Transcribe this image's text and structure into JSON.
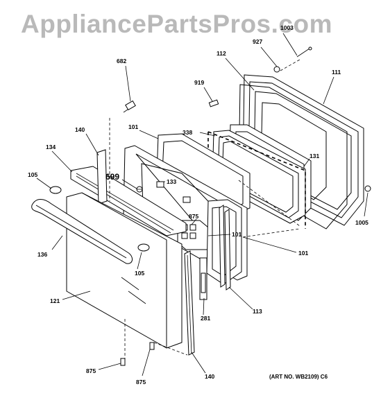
{
  "watermark": "AppliancePartsPros.com",
  "art_number": "(ART NO. WB2109) C6",
  "callouts": [
    {
      "id": "c1003",
      "label": "1003"
    },
    {
      "id": "c927",
      "label": "927"
    },
    {
      "id": "c112",
      "label": "112"
    },
    {
      "id": "c111",
      "label": "111"
    },
    {
      "id": "c682",
      "label": "682"
    },
    {
      "id": "c919",
      "label": "919"
    },
    {
      "id": "c140a",
      "label": "140"
    },
    {
      "id": "c101a",
      "label": "101"
    },
    {
      "id": "c338",
      "label": "338"
    },
    {
      "id": "c134",
      "label": "134"
    },
    {
      "id": "c131",
      "label": "131"
    },
    {
      "id": "c105a",
      "label": "105"
    },
    {
      "id": "c699",
      "label": "699"
    },
    {
      "id": "c133",
      "label": "133"
    },
    {
      "id": "c1005",
      "label": "1005"
    },
    {
      "id": "c875a",
      "label": "875"
    },
    {
      "id": "c101b",
      "label": "101"
    },
    {
      "id": "c136",
      "label": "136"
    },
    {
      "id": "c101c",
      "label": "101"
    },
    {
      "id": "c105b",
      "label": "105"
    },
    {
      "id": "c121",
      "label": "121"
    },
    {
      "id": "c113",
      "label": "113"
    },
    {
      "id": "c281",
      "label": "281"
    },
    {
      "id": "c875b",
      "label": "875"
    },
    {
      "id": "c140b",
      "label": "140"
    },
    {
      "id": "c875c",
      "label": "875"
    }
  ]
}
